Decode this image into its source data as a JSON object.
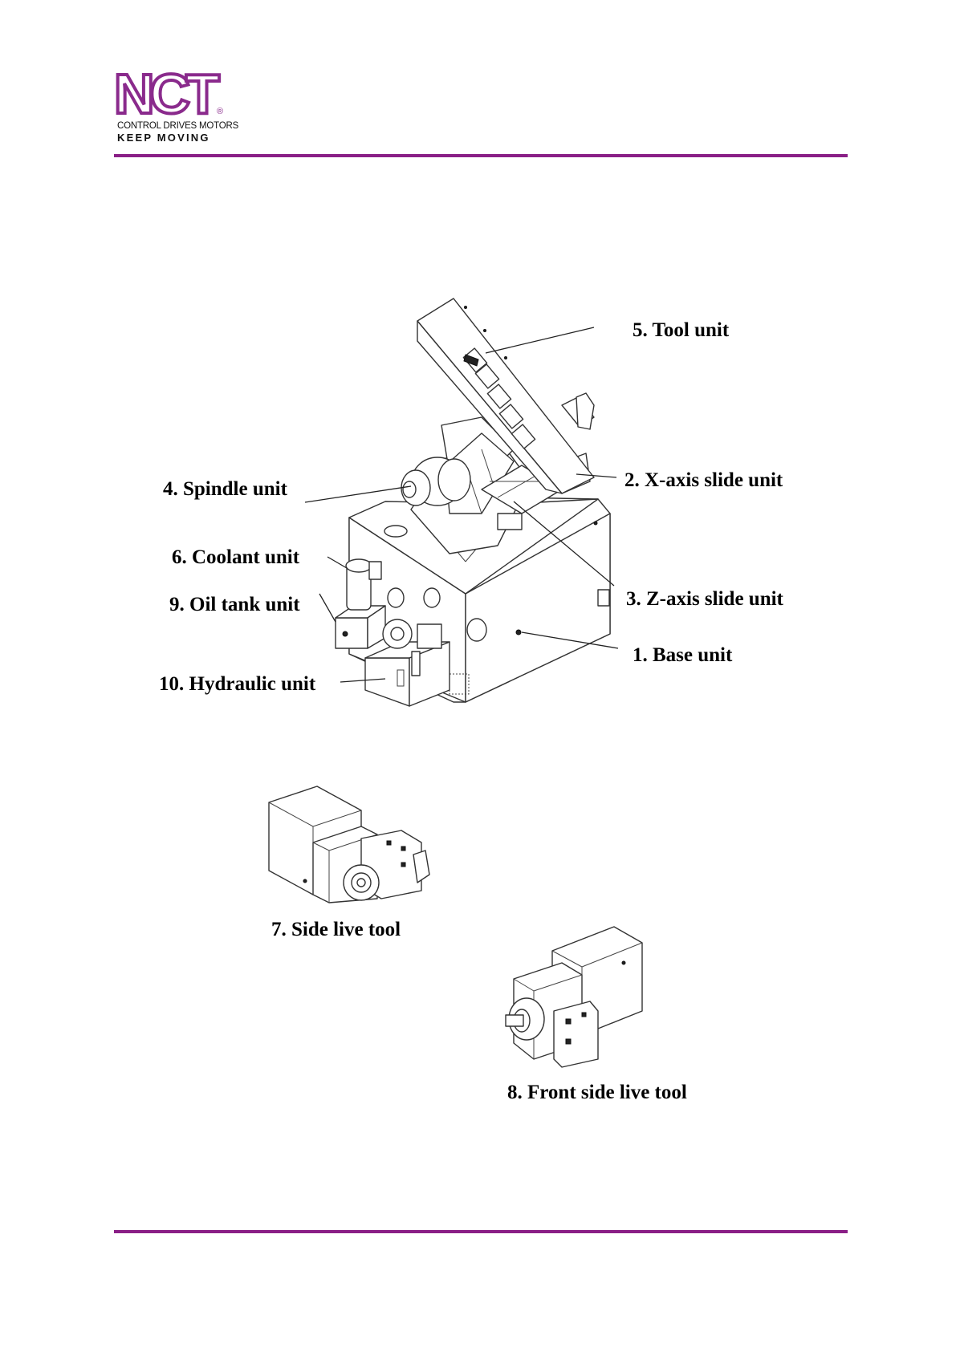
{
  "header": {
    "brand": "NCT",
    "registered": "®",
    "tagline_top": "CONTROL  DRIVES  MOTORS",
    "tagline_bottom": "KEEP MOVING",
    "brand_color": "#8a2a8c",
    "rule_color": "#8a1f86"
  },
  "figure": {
    "labels": {
      "tool_unit": "5. Tool unit",
      "x_axis_slide_unit": "2. X-axis slide unit",
      "spindle_unit": "4. Spindle unit",
      "coolant_unit": "6. Coolant unit",
      "z_axis_slide_unit": "3. Z-axis slide unit",
      "oil_tank_unit": "9. Oil tank unit",
      "base_unit": "1. Base unit",
      "hydraulic_unit": "10. Hydraulic unit",
      "side_live_tool": "7. Side live tool",
      "front_side_live_tool": "8. Front side live tool"
    }
  }
}
